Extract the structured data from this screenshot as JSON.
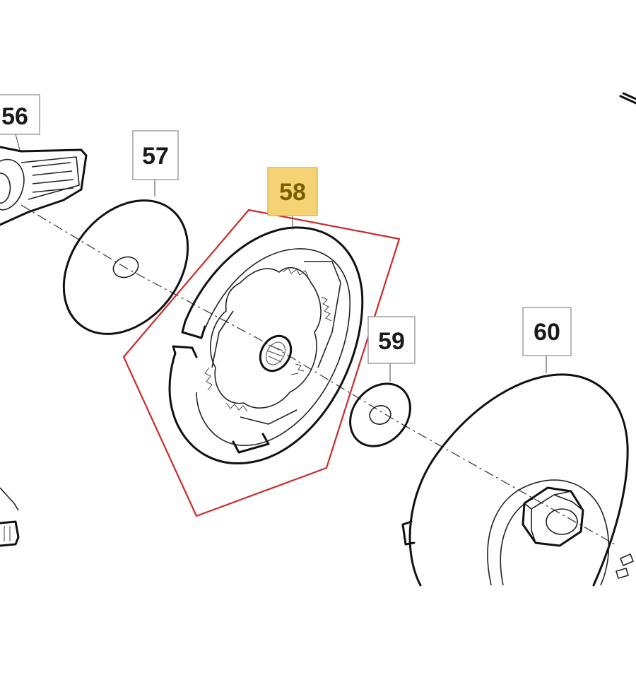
{
  "callouts": [
    {
      "id": "56",
      "label": "56",
      "highlighted": false
    },
    {
      "id": "57",
      "label": "57",
      "highlighted": false
    },
    {
      "id": "58",
      "label": "58",
      "highlighted": true
    },
    {
      "id": "59",
      "label": "59",
      "highlighted": false
    },
    {
      "id": "60",
      "label": "60",
      "highlighted": false
    }
  ],
  "colors": {
    "highlight_fill": "#f5d374",
    "highlight_text": "#7a5e00",
    "selection_outline": "#cc2a2a",
    "line_art": "#111111"
  }
}
